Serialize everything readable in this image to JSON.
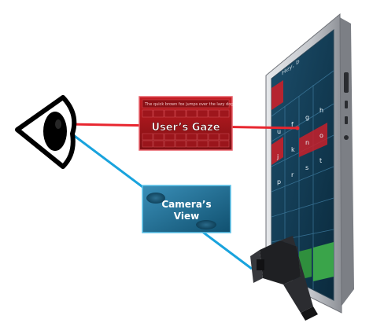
{
  "labels": {
    "gaze_title": "User’s Gaze",
    "camera_line1": "Camera’s",
    "camera_line2": "View",
    "preview_text": "The quick brown fox jumps over the lazy dog"
  },
  "tablet_keys": [
    "u",
    "f",
    "g",
    "h",
    "j",
    "k",
    "n",
    "o",
    "p",
    "r",
    "s",
    "t"
  ],
  "colors": {
    "gaze_line": "#e8262f",
    "camera_line": "#19a3dd",
    "gaze_panel": "#a3141a",
    "camera_panel": "#1b6f9a",
    "tablet_screen": "#0e3952",
    "tablet_body": "#c9ccd1"
  },
  "icons": [
    "eye-icon",
    "camera-device-icon",
    "tablet-icon"
  ]
}
